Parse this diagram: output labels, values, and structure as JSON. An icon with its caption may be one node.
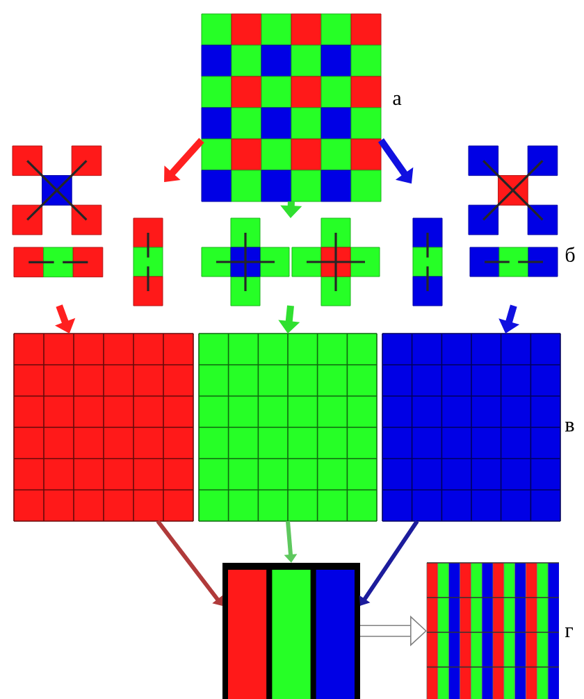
{
  "diagram": {
    "nodes": [
      {
        "text": [],
        "shape": "grid"
      },
      {
        "text": [],
        "shape": "cross"
      },
      {
        "text": [],
        "shape": "cross"
      },
      {
        "text": [],
        "shape": "cross"
      },
      {
        "text": [],
        "shape": "grid"
      },
      {
        "text": [],
        "shape": "grid"
      },
      {
        "text": [],
        "shape": "grid"
      },
      {
        "text": [],
        "shape": "bar"
      },
      {
        "text": [],
        "shape": "grid"
      }
    ],
    "edges": [
      {
        "from": 0,
        "to": 1,
        "arrow": "to",
        "color": "#ff2020"
      },
      {
        "from": 0,
        "to": 2,
        "arrow": "to",
        "color": "#30e030"
      },
      {
        "from": 0,
        "to": 3,
        "arrow": "to",
        "color": "#1010e0"
      },
      {
        "from": 1,
        "to": 4,
        "arrow": "to",
        "color": "#ff2020"
      },
      {
        "from": 2,
        "to": 5,
        "arrow": "to",
        "color": "#30e030"
      },
      {
        "from": 3,
        "to": 6,
        "arrow": "to",
        "color": "#1010e0"
      },
      {
        "from": 4,
        "to": 7,
        "arrow": "to",
        "color": "#b03a3a"
      },
      {
        "from": 5,
        "to": 7,
        "arrow": "to",
        "color": "#5ec85e"
      },
      {
        "from": 6,
        "to": 7,
        "arrow": "to",
        "color": "#1c1c9c"
      },
      {
        "from": 7,
        "to": 8,
        "arrow": "to",
        "color": "#808080"
      }
    ],
    "labels": [
      "а",
      "б",
      "в",
      "г"
    ]
  }
}
